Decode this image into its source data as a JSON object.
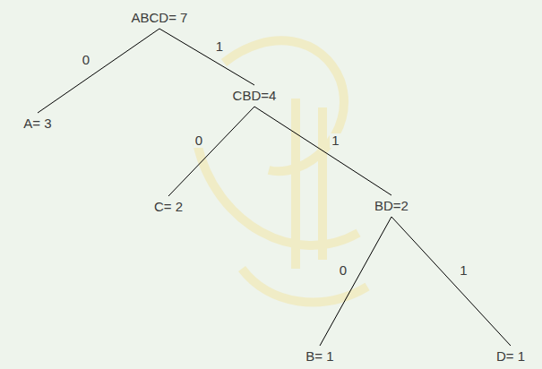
{
  "diagram": {
    "nodes": [
      {
        "text": [
          "ABCD= 7"
        ]
      },
      {
        "text": [
          "A= 3"
        ]
      },
      {
        "text": [
          "CBD=4"
        ]
      },
      {
        "text": [
          "C= 2"
        ]
      },
      {
        "text": [
          "BD=2"
        ]
      },
      {
        "text": [
          "B= 1"
        ]
      },
      {
        "text": [
          "D= 1"
        ]
      }
    ],
    "edges": [
      {
        "from": 0,
        "to": 1,
        "arrow": "none",
        "label": "0"
      },
      {
        "from": 0,
        "to": 2,
        "arrow": "none",
        "label": "1"
      },
      {
        "from": 2,
        "to": 3,
        "arrow": "none",
        "label": "0"
      },
      {
        "from": 2,
        "to": 4,
        "arrow": "none",
        "label": "1"
      },
      {
        "from": 4,
        "to": 5,
        "arrow": "none",
        "label": "0"
      },
      {
        "from": 4,
        "to": 6,
        "arrow": "none",
        "label": "1"
      }
    ]
  }
}
